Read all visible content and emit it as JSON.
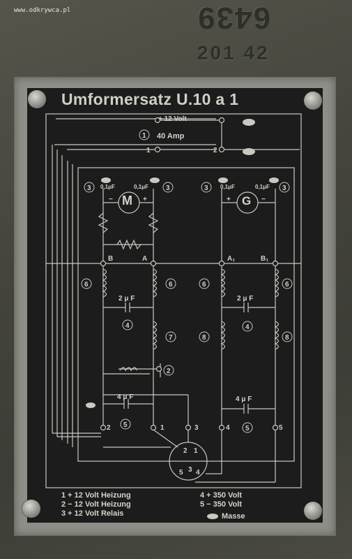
{
  "watermark": "www.odkrywca.pl",
  "stamp_number": "6439",
  "stamp_code": "201 42",
  "plate": {
    "title": "Umformersatz U.10 a 1",
    "supply_top": "+ 12 Volt",
    "supply_amp": "40 Amp",
    "legend_left": [
      "1 + 12 Volt Heizung",
      "2 − 12 Volt Heizung",
      "3 + 12 Volt Relais"
    ],
    "legend_right": [
      "4 + 350 Volt",
      "5 − 350 Volt"
    ],
    "legend_masse": "Masse",
    "cap_small": "0,1μF",
    "cap_mid": "2 μ F",
    "cap_large": "4 μ F",
    "motor_left": "M",
    "motor_right": "G"
  },
  "colors": {
    "background": "#45463e",
    "plate": "#8e8f88",
    "panel": "#1b1c1b",
    "line": "#c9c9c0"
  }
}
